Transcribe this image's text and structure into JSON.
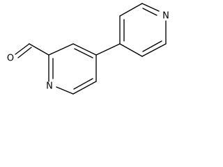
{
  "structure": {
    "atoms": [
      {
        "id": "O1",
        "label": "O"
      },
      {
        "id": "N1",
        "label": "N"
      },
      {
        "id": "N2",
        "label": "N"
      }
    ],
    "bond_color": "#000000",
    "label_color": "#000000",
    "background": "#ffffff"
  }
}
